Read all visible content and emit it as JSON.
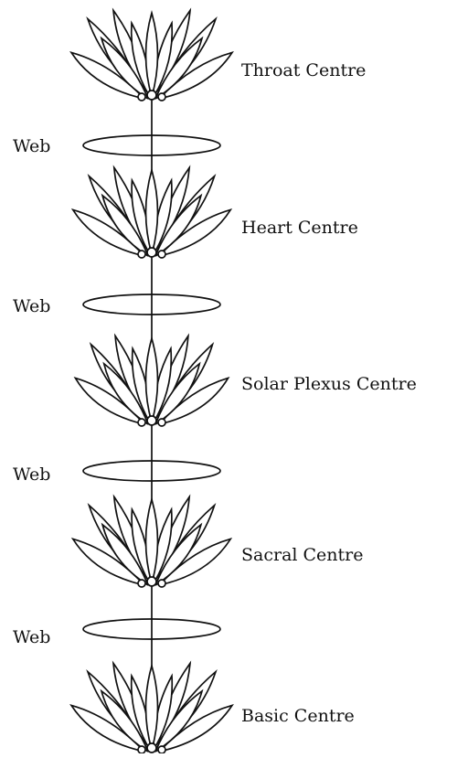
{
  "centres": [
    {
      "label": "Throat Centre"
    },
    {
      "label": "Heart Centre"
    },
    {
      "label": "Solar Plexus Centre"
    },
    {
      "label": "Sacral Centre"
    },
    {
      "label": "Basic Centre"
    }
  ],
  "webs": [
    {
      "label": "Web"
    },
    {
      "label": "Web"
    },
    {
      "label": "Web"
    },
    {
      "label": "Web"
    }
  ],
  "colors": {
    "ink": "#111111",
    "background": "#ffffff"
  }
}
